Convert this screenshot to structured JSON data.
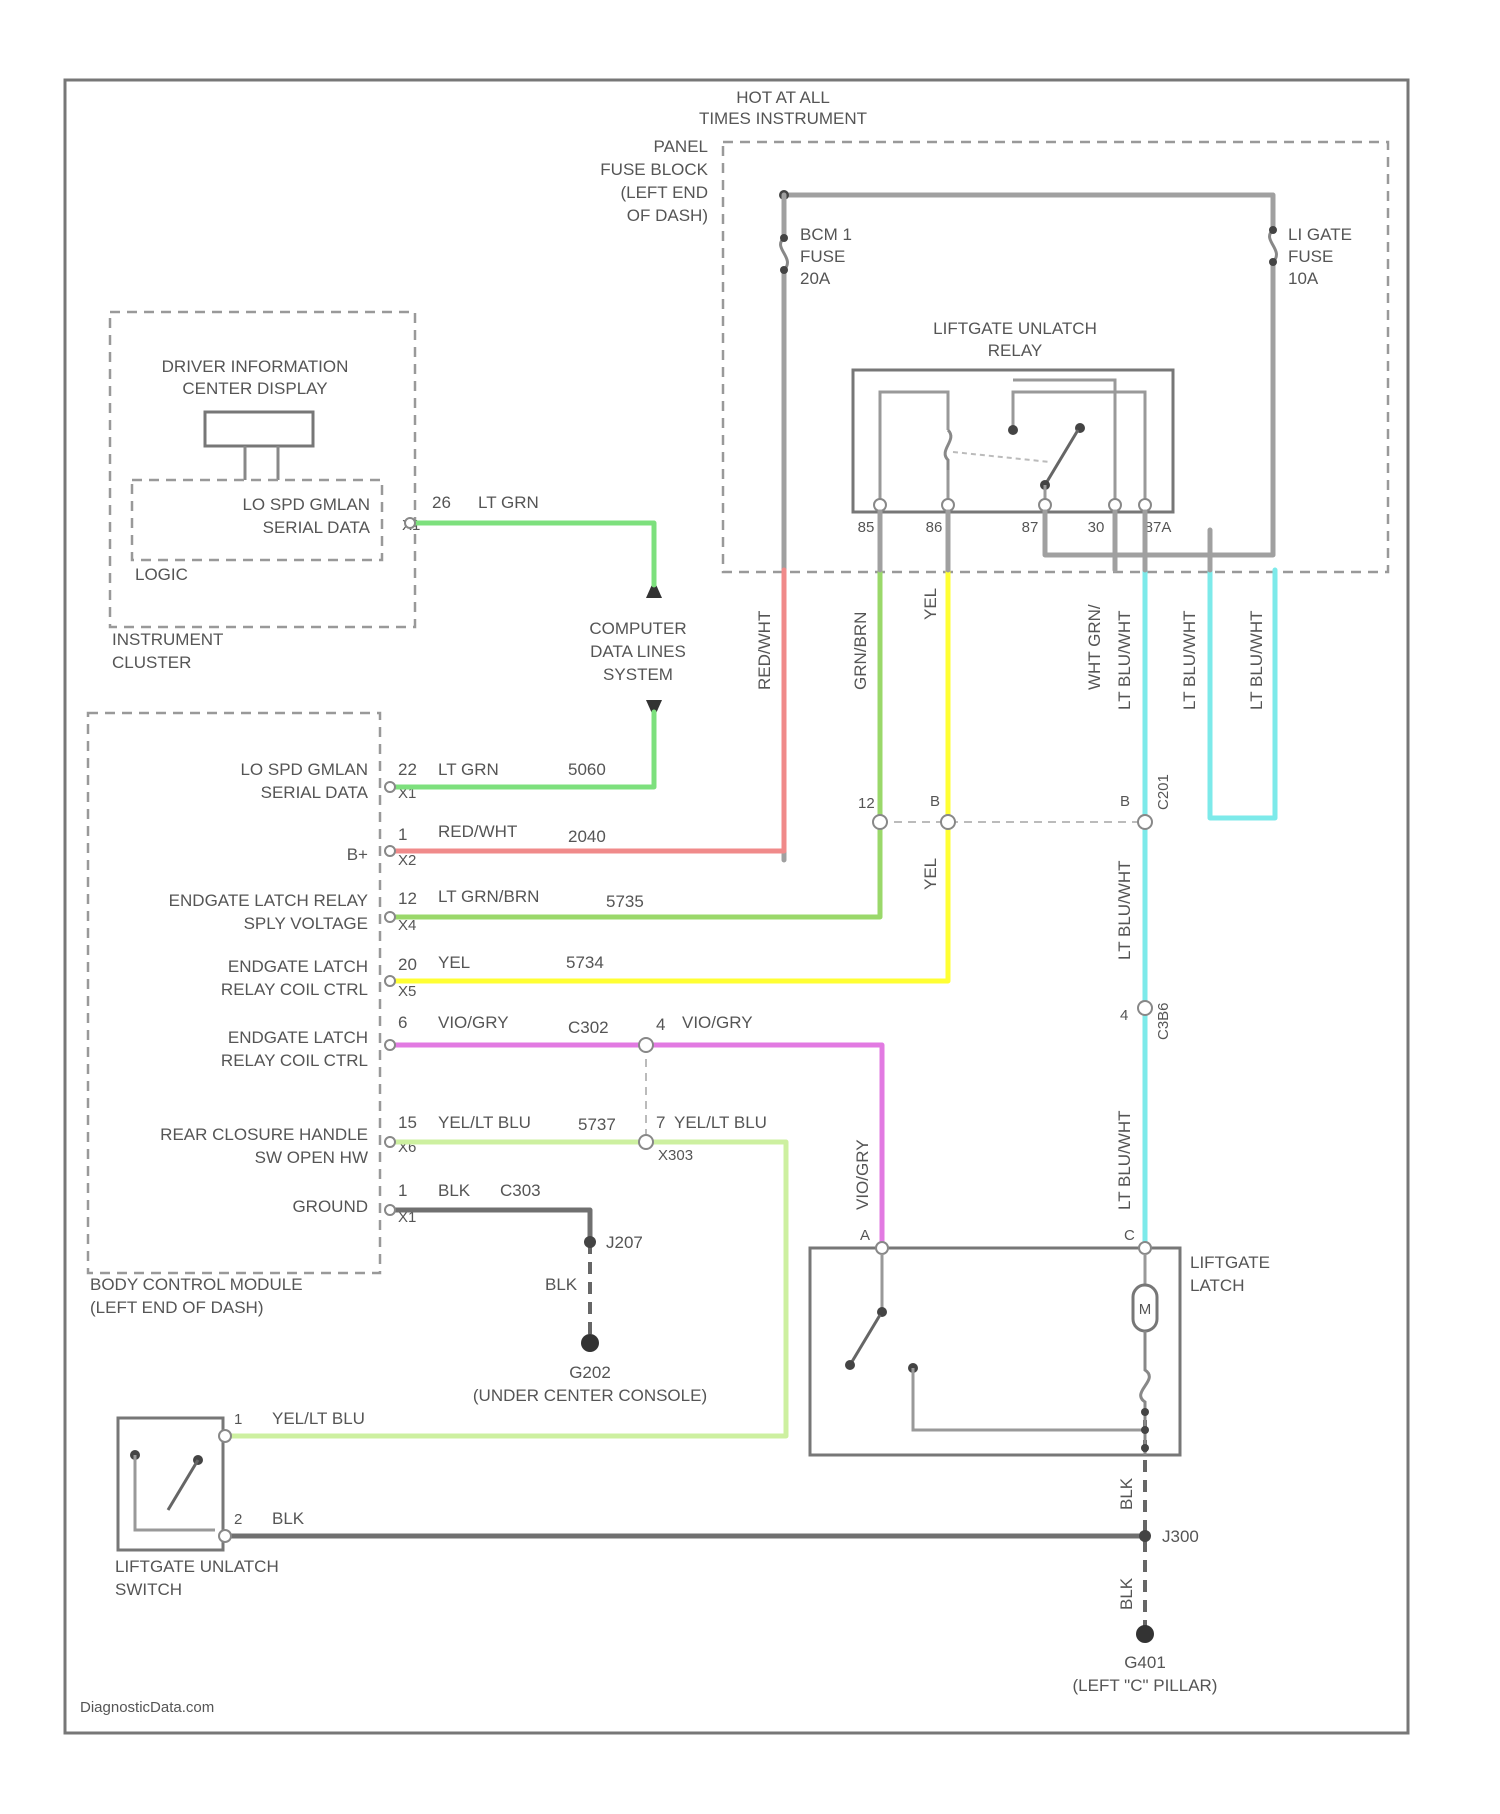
{
  "colors": {
    "lt_grn": "#7de07d",
    "red_wht": "#f08a8a",
    "lt_grn_brn": "#9ad86a",
    "yel": "#ffff33",
    "vio_gry": "#e27ae2",
    "yel_lt_blu": "#cdf0a0",
    "lt_blu_wht": "#7deaea",
    "blk": "#707070",
    "frame": "#777777"
  },
  "fuse_block": {
    "hot_label": "HOT AT ALL",
    "title": "TIMES INSTRUMENT",
    "line1": "PANEL",
    "line2": "FUSE BLOCK",
    "line3": "(LEFT END",
    "line4": "OF DASH)",
    "fuse1": {
      "name": "BCM 1",
      "type": "FUSE",
      "rating": "20A"
    },
    "fuse2": {
      "name": "LI GATE",
      "type": "FUSE",
      "rating": "10A"
    }
  },
  "relay": {
    "title_line1": "LIFTGATE UNLATCH",
    "title_line2": "RELAY",
    "pins": [
      "85",
      "86",
      "87",
      "30",
      "87A"
    ]
  },
  "instrument_cluster": {
    "dic_line1": "DRIVER INFORMATION",
    "dic_line2": "CENTER DISPLAY",
    "serial_line1": "LO SPD GMLAN",
    "serial_line2": "SERIAL DATA",
    "logic": "LOGIC",
    "pin": "26",
    "connector": "X1",
    "wire_color": "LT GRN",
    "name_line1": "INSTRUMENT",
    "name_line2": "CLUSTER"
  },
  "data_lines": {
    "line1": "COMPUTER",
    "line2": "DATA LINES",
    "line3": "SYSTEM"
  },
  "bcm": {
    "name_line1": "BODY CONTROL MODULE",
    "name_line2": "(LEFT END OF DASH)",
    "rows": [
      {
        "label1": "LO SPD GMLAN",
        "label2": "SERIAL DATA",
        "pin": "22",
        "conn": "X1",
        "color": "LT GRN",
        "circuit": "5060"
      },
      {
        "label1": "B+",
        "label2": "",
        "pin": "1",
        "conn": "X2",
        "color": "RED/WHT",
        "circuit": "2040"
      },
      {
        "label1": "ENDGATE LATCH RELAY",
        "label2": "SPLY VOLTAGE",
        "pin": "12",
        "conn": "X4",
        "color": "LT GRN/BRN",
        "circuit": "5735"
      },
      {
        "label1": "ENDGATE LATCH",
        "label2": "RELAY COIL CTRL",
        "pin": "20",
        "conn": "X5",
        "color": "YEL",
        "circuit": "5734"
      },
      {
        "label1": "ENDGATE LATCH",
        "label2": "RELAY COIL CTRL",
        "pin": "6",
        "conn": "",
        "color": "VIO/GRY",
        "circuit": "C302"
      },
      {
        "label1": "REAR CLOSURE HANDLE",
        "label2": "SW OPEN HW",
        "pin": "15",
        "conn": "X6",
        "color": "YEL/LT BLU",
        "circuit": "5737"
      },
      {
        "label1": "GROUND",
        "label2": "",
        "pin": "1",
        "conn": "X1",
        "color": "BLK",
        "circuit": "C303"
      }
    ]
  },
  "vertical_wire_labels": {
    "red_wht": "RED/WHT",
    "grn_brn": "GRN/BRN",
    "yel": "YEL",
    "wht_grn": "WHT GRN/",
    "lt_blu_wht_1": "LT BLU/WHT",
    "lt_blu_wht_2": "LT BLU/WHT",
    "lt_blu_wht_3": "LT BLU/WHT",
    "yel_lower": "YEL",
    "lt_blu_wht_lower": "LT BLU/WHT",
    "vio_gry_lower": "VIO/GRY",
    "lt_blu_wht_latch": "LT BLU/WHT",
    "blk_lower1": "BLK",
    "blk_lower2": "BLK"
  },
  "connectors": {
    "inline_pin1": "12",
    "inline_pin2": "B",
    "inline_pin3": "B",
    "inline_name": "C201",
    "c302_pin": "4",
    "c302_color": "VIO/GRY",
    "c302_pin2": "7",
    "c302_color2": "YEL/LT BLU",
    "c302_name": "C302",
    "c303_name": "X303",
    "c3_pin": "4",
    "c3_name": "C3B6"
  },
  "ground": {
    "splice": "J207",
    "wire": "BLK",
    "name": "G202",
    "location": "(UNDER CENTER CONSOLE)",
    "g2_splice": "J300",
    "g2_name": "G401",
    "g2_location": "(LEFT \"C\" PILLAR)"
  },
  "switch": {
    "name_line1": "LIFTGATE UNLATCH",
    "name_line2": "SWITCH",
    "pin1": "1",
    "pin1_color": "YEL/LT BLU",
    "pin2": "2",
    "pin2_color": "BLK"
  },
  "latch": {
    "name_line1": "LIFTGATE",
    "name_line2": "LATCH",
    "pin_a": "A",
    "pin_c": "C",
    "motor": "M"
  },
  "watermark": "DiagnosticData.com"
}
